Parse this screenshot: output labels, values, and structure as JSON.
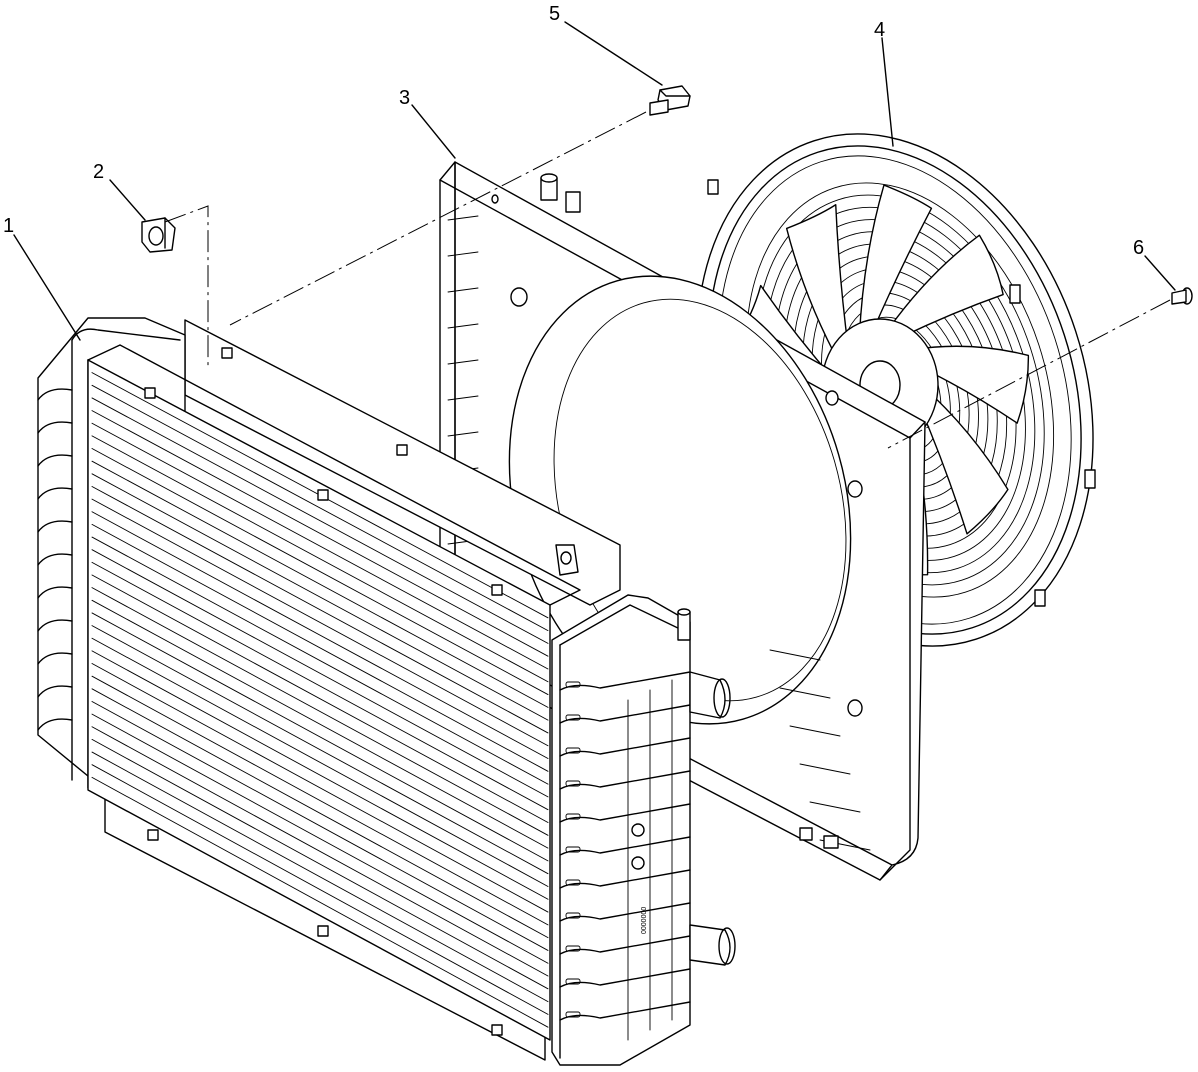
{
  "figure": {
    "callouts": [
      {
        "id": "callout-1",
        "label": "1"
      },
      {
        "id": "callout-2",
        "label": "2"
      },
      {
        "id": "callout-3",
        "label": "3"
      },
      {
        "id": "callout-4",
        "label": "4"
      },
      {
        "id": "callout-5",
        "label": "5"
      },
      {
        "id": "callout-6",
        "label": "6"
      }
    ],
    "colors": {
      "line": "#000000",
      "background": "#ffffff"
    }
  }
}
